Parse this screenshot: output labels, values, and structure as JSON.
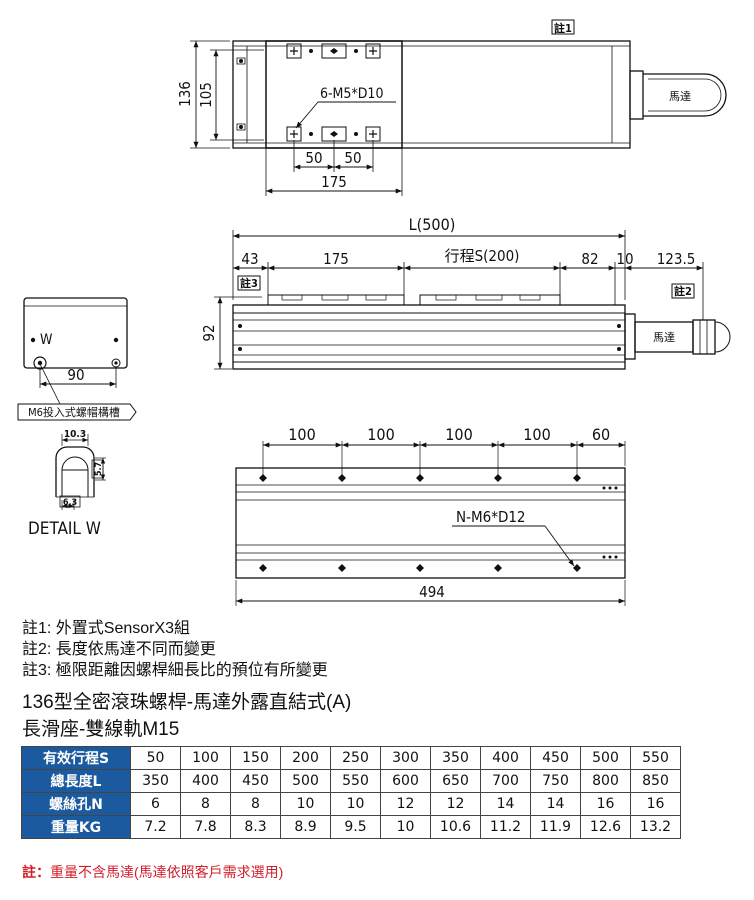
{
  "drawing": {
    "top_view": {
      "note_tag": "註1",
      "dim_136": "136",
      "dim_105": "105",
      "hole_callout": "6-M5*D10",
      "dim_50_a": "50",
      "dim_50_b": "50",
      "dim_175": "175",
      "motor_label": "馬達"
    },
    "side_view": {
      "dim_L": "L(500)",
      "dim_43": "43",
      "dim_175": "175",
      "dim_stroke": "行程S(200)",
      "dim_82": "82",
      "dim_10": "10",
      "dim_123_5": "123.5",
      "note_tag_3": "註3",
      "note_tag_2": "註2",
      "dim_92": "92",
      "motor_label": "馬達"
    },
    "end_view": {
      "w_label": "W",
      "dim_90": "90",
      "slot_label": "M6投入式螺帽構槽"
    },
    "detail": {
      "dim_10_3": "10.3",
      "dim_5_7": "5.7",
      "dim_6_3": "6.3",
      "title": "DETAIL W"
    },
    "bottom_view": {
      "pitch_1": "100",
      "pitch_2": "100",
      "pitch_3": "100",
      "pitch_4": "100",
      "end_dim": "60",
      "hole_callout": "N-M6*D12",
      "dim_494": "494"
    }
  },
  "notes": [
    "註1: 外置式SensorX3組",
    "註2: 長度依馬達不同而變更",
    "註3: 極限距離因螺桿細長比的預位有所變更"
  ],
  "title_line_1": "136型全密滾珠螺桿-馬達外露直結式(A)",
  "title_line_2": "長滑座-雙線軌M15",
  "spec_table": {
    "rows": [
      {
        "label": "有效行程S",
        "values": [
          "50",
          "100",
          "150",
          "200",
          "250",
          "300",
          "350",
          "400",
          "450",
          "500",
          "550"
        ]
      },
      {
        "label": "總長度L",
        "values": [
          "350",
          "400",
          "450",
          "500",
          "550",
          "600",
          "650",
          "700",
          "750",
          "800",
          "850"
        ]
      },
      {
        "label": "螺絲孔N",
        "values": [
          "6",
          "8",
          "8",
          "10",
          "10",
          "12",
          "12",
          "14",
          "14",
          "16",
          "16"
        ]
      },
      {
        "label": "重量KG",
        "values": [
          "7.2",
          "7.8",
          "8.3",
          "8.9",
          "9.5",
          "10",
          "10.6",
          "11.2",
          "11.9",
          "12.6",
          "13.2"
        ]
      }
    ]
  },
  "footnote": {
    "lead": "註：",
    "text": "重量不含馬達(馬達依照客戶需求選用)"
  },
  "colors": {
    "table_header": "#1c5aa0",
    "footnote": "#d0202c"
  }
}
